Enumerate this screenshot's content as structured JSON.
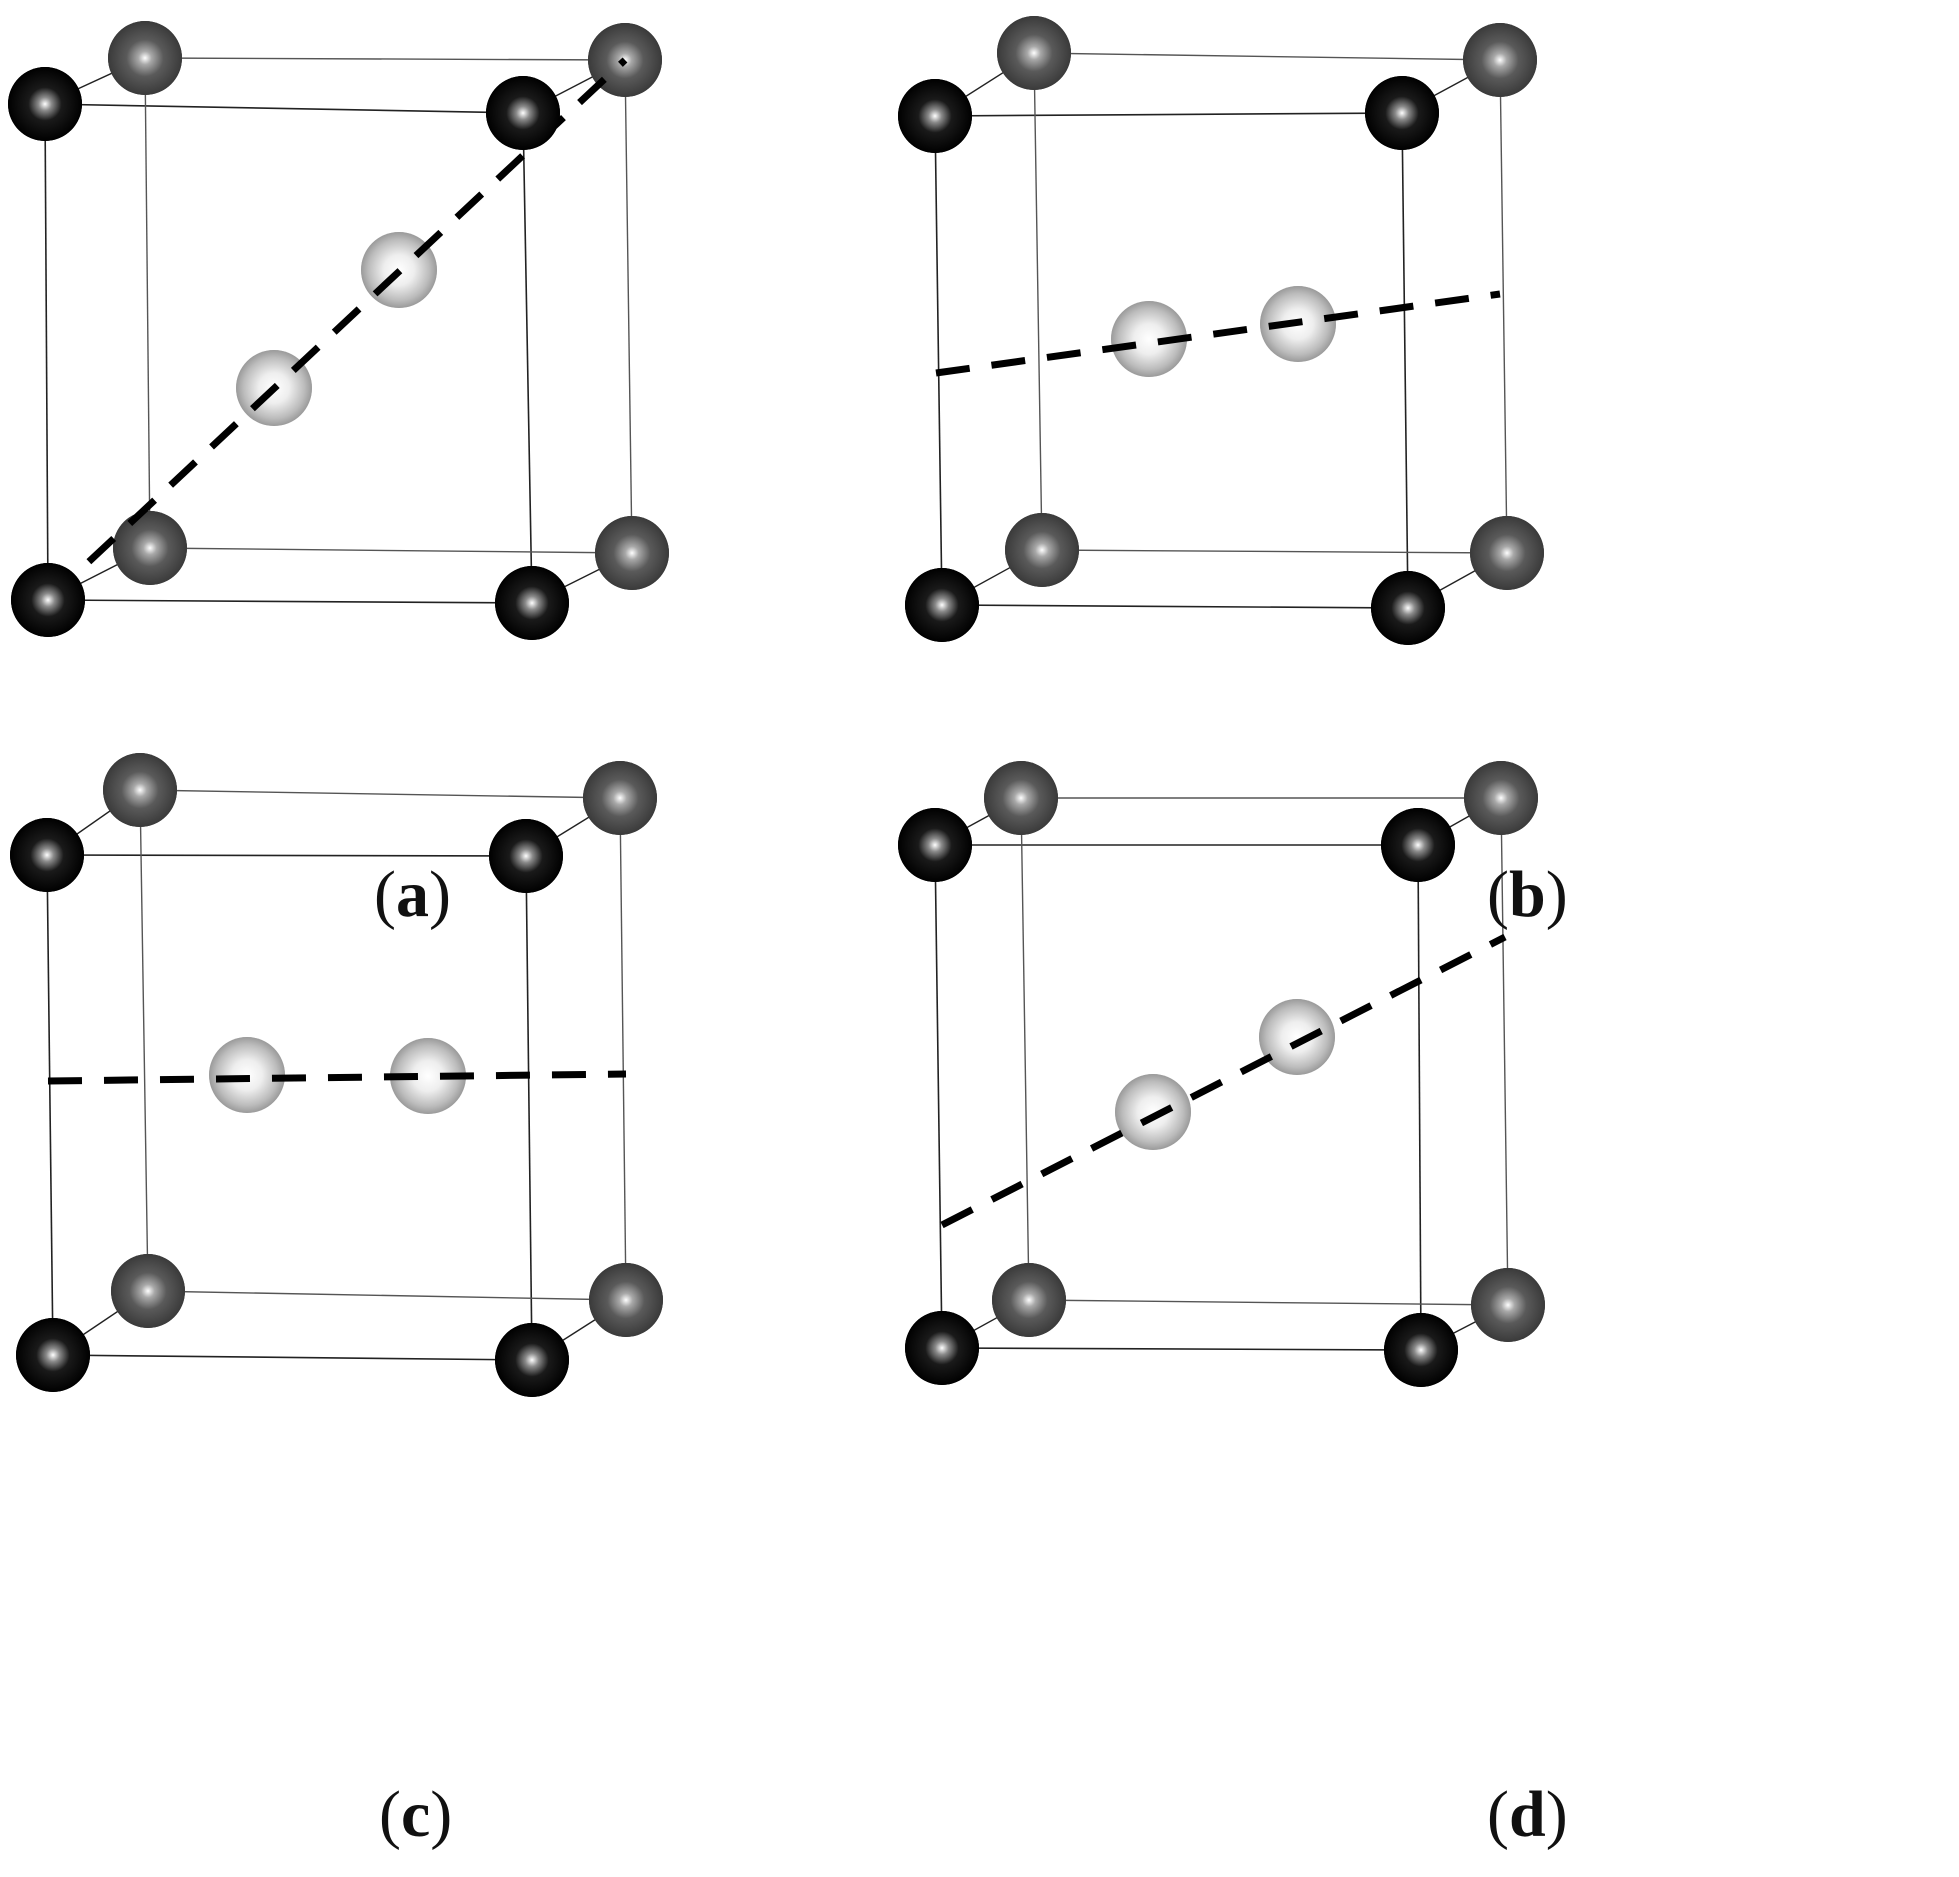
{
  "figure": {
    "panels": [
      {
        "id": "a",
        "open": "(",
        "letter": "a",
        "close": ")"
      },
      {
        "id": "b",
        "open": "(",
        "letter": "b",
        "close": ")"
      },
      {
        "id": "c",
        "open": "(",
        "letter": "c",
        "close": ")"
      },
      {
        "id": "d",
        "open": "(",
        "letter": "d",
        "close": ")"
      }
    ],
    "colors": {
      "front_atom": "#0a0a0a",
      "back_atom": "#4a4a4a",
      "interior_atom": "#d8d8d8",
      "cell_edge": "#222222",
      "dashed_line": "#000000"
    }
  }
}
